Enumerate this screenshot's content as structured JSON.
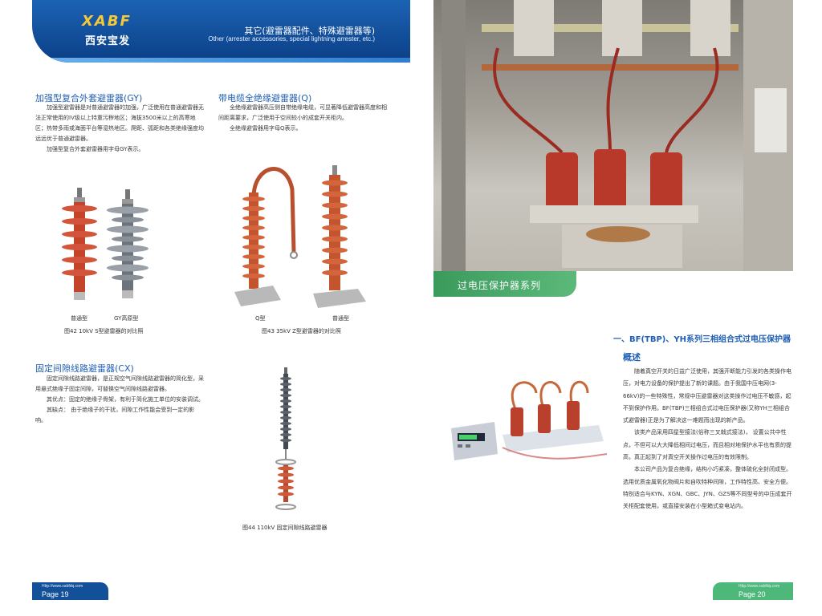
{
  "header": {
    "logo_text": "XABF",
    "logo_sub": "西安宝发",
    "title_cn": "其它(避雷器配件、特殊避雷器等)",
    "title_en": "Other (arrester accessories, special lightning arrester, etc.)"
  },
  "gy": {
    "title": "加强型复合外套避雷器(GY)",
    "paragraphs": [
      "加强型避雷器是对普通避雷器的加强，广泛使用在普通避雷器无法正常使用的IV级以上特重污秽地区；海拔3500米以上的高寒地区；热带多雨或海面平台等湿热地区。爬距、弧距和各类绝缘强度均远远优于普通避雷器。",
      "加强型复合外套避雷器用字母GY表示。"
    ],
    "label_normal": "普通型",
    "label_gy": "GY高原型",
    "caption": "图42  10kV  S型避雷器的对比照"
  },
  "q": {
    "title": "带电缆全绝缘避雷器(Q)",
    "paragraphs": [
      "全绝缘避雷器高压侧自带绝缘电缆，可显著降低避雷器高度和相间距离要求，广泛使用于空间较小的成套开关柜内。",
      "全绝缘避雷器用字母Q表示。"
    ],
    "label_q": "Q型",
    "label_normal": "普通型",
    "caption": "图43  35kV  Z型避雷器的对比照"
  },
  "cx": {
    "title": "固定间隙线路避雷器(CX)",
    "paragraphs": [
      "固定间隙线路避雷器，是正规空气间隙线路避雷器的简化型，采用悬式绝缘子固定间隙，可替换空气间隙线路避雷器。",
      "其优点：固定的绝缘子骨架，有利于简化施工单位的安装调试。",
      "其缺点：  由于绝缘子的干扰，间隙工作性能会受到一定的影响。"
    ],
    "caption": "图44  110kV 固定间隙线路避雷器"
  },
  "right": {
    "tab": "过电压保护器系列",
    "section_title": "一、BF(TBP)、YH系列三相组合式过电压保护器",
    "overview_title": "概述",
    "paragraphs": [
      "随着真空开关的日益广泛使用，其强开断能力引发的各类操作电压，对电力设备的保护提出了新的课题。由于我国中压电网(3-66kV)的一些特殊性，常规中压避雷器对这类操作过电压不敏感，起不到保护作用。BF(TBP)三相组合式过电压保护器(又称YH三相组合式避雷器)正是为了解决这一难题而出现的新产品。",
      "该类产品采用四星型接法(俗称三叉戟式接法)，  设置公共中性点，不但可以大大降低相间过电压，而且相对地保护水平也有质的提高，真正起到了对真空开关操作过电压的有效限制。",
      "本公司产品为复合绝缘，结构小巧紧凑，整体硫化全封闭成型。选用优质金属氧化物阀片和自吹特种间隙，工作特性高、安全方便。特别适合与KYN、XGN、GBC、JYN、GZS等不同型号的中压成套开关柜配套使用，或直接安装在小型箱式变电站内。"
    ]
  },
  "footer": {
    "left_url": "Http://www.xabfdq.com",
    "left_page": "Page 19",
    "right_url": "Http://www.xabfdq.com",
    "right_page": "Page 20"
  },
  "colors": {
    "header_blue": "#0b3f86",
    "title_blue": "#1f5fb3",
    "green": "#4db87a",
    "arrester_red": "#c4442a",
    "arrester_grey": "#8a8f98"
  }
}
